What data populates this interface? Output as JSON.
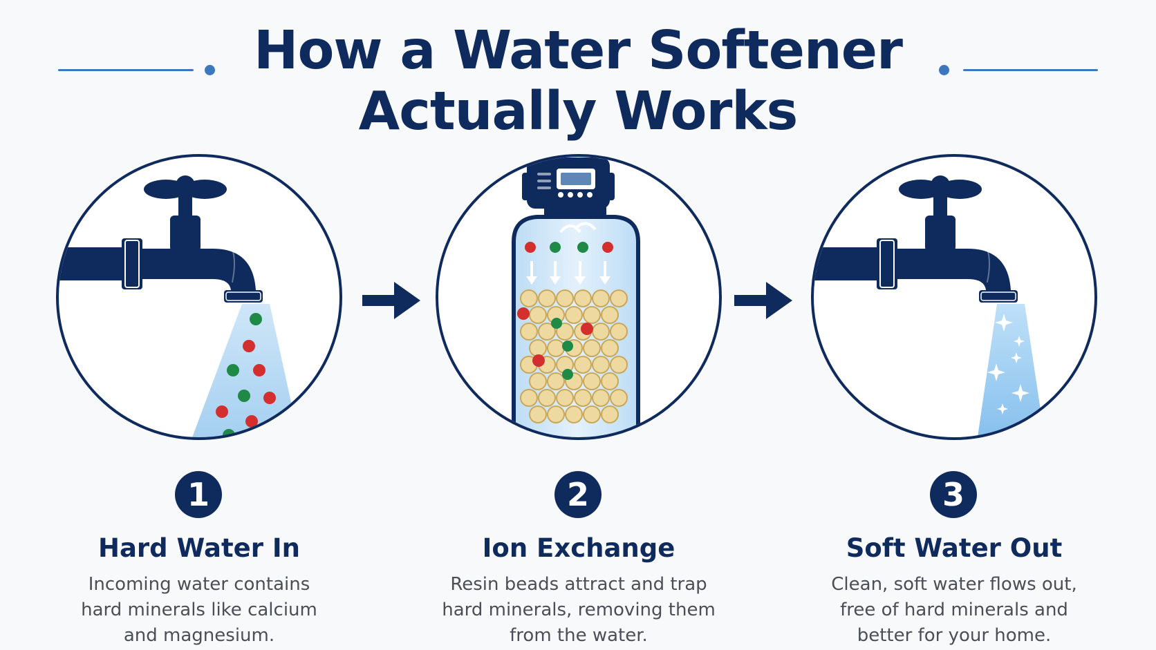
{
  "title": {
    "line1": "How a Water Softener",
    "line2": "Actually Works"
  },
  "colors": {
    "navy": "#0f2a5c",
    "accent_blue": "#3d78bf",
    "water_blue": "#a9d3f2",
    "calcium_red": "#d32f2f",
    "magnesium_green": "#1e8a45",
    "resin_bead": "#eed9a0"
  },
  "steps": [
    {
      "number": "1",
      "title": "Hard Water In",
      "description": [
        "Incoming water contains",
        "hard minerals like calcium",
        "and magnesium."
      ],
      "icon": "faucet-hard-water-icon"
    },
    {
      "number": "2",
      "title": "Ion Exchange",
      "description": [
        "Resin beads attract and trap",
        "hard minerals, removing them",
        "from the water."
      ],
      "icon": "softener-tank-icon"
    },
    {
      "number": "3",
      "title": "Soft Water Out",
      "description": [
        "Clean, soft water flows out,",
        "free of hard minerals and",
        "better for your home."
      ],
      "icon": "faucet-soft-water-icon"
    }
  ]
}
